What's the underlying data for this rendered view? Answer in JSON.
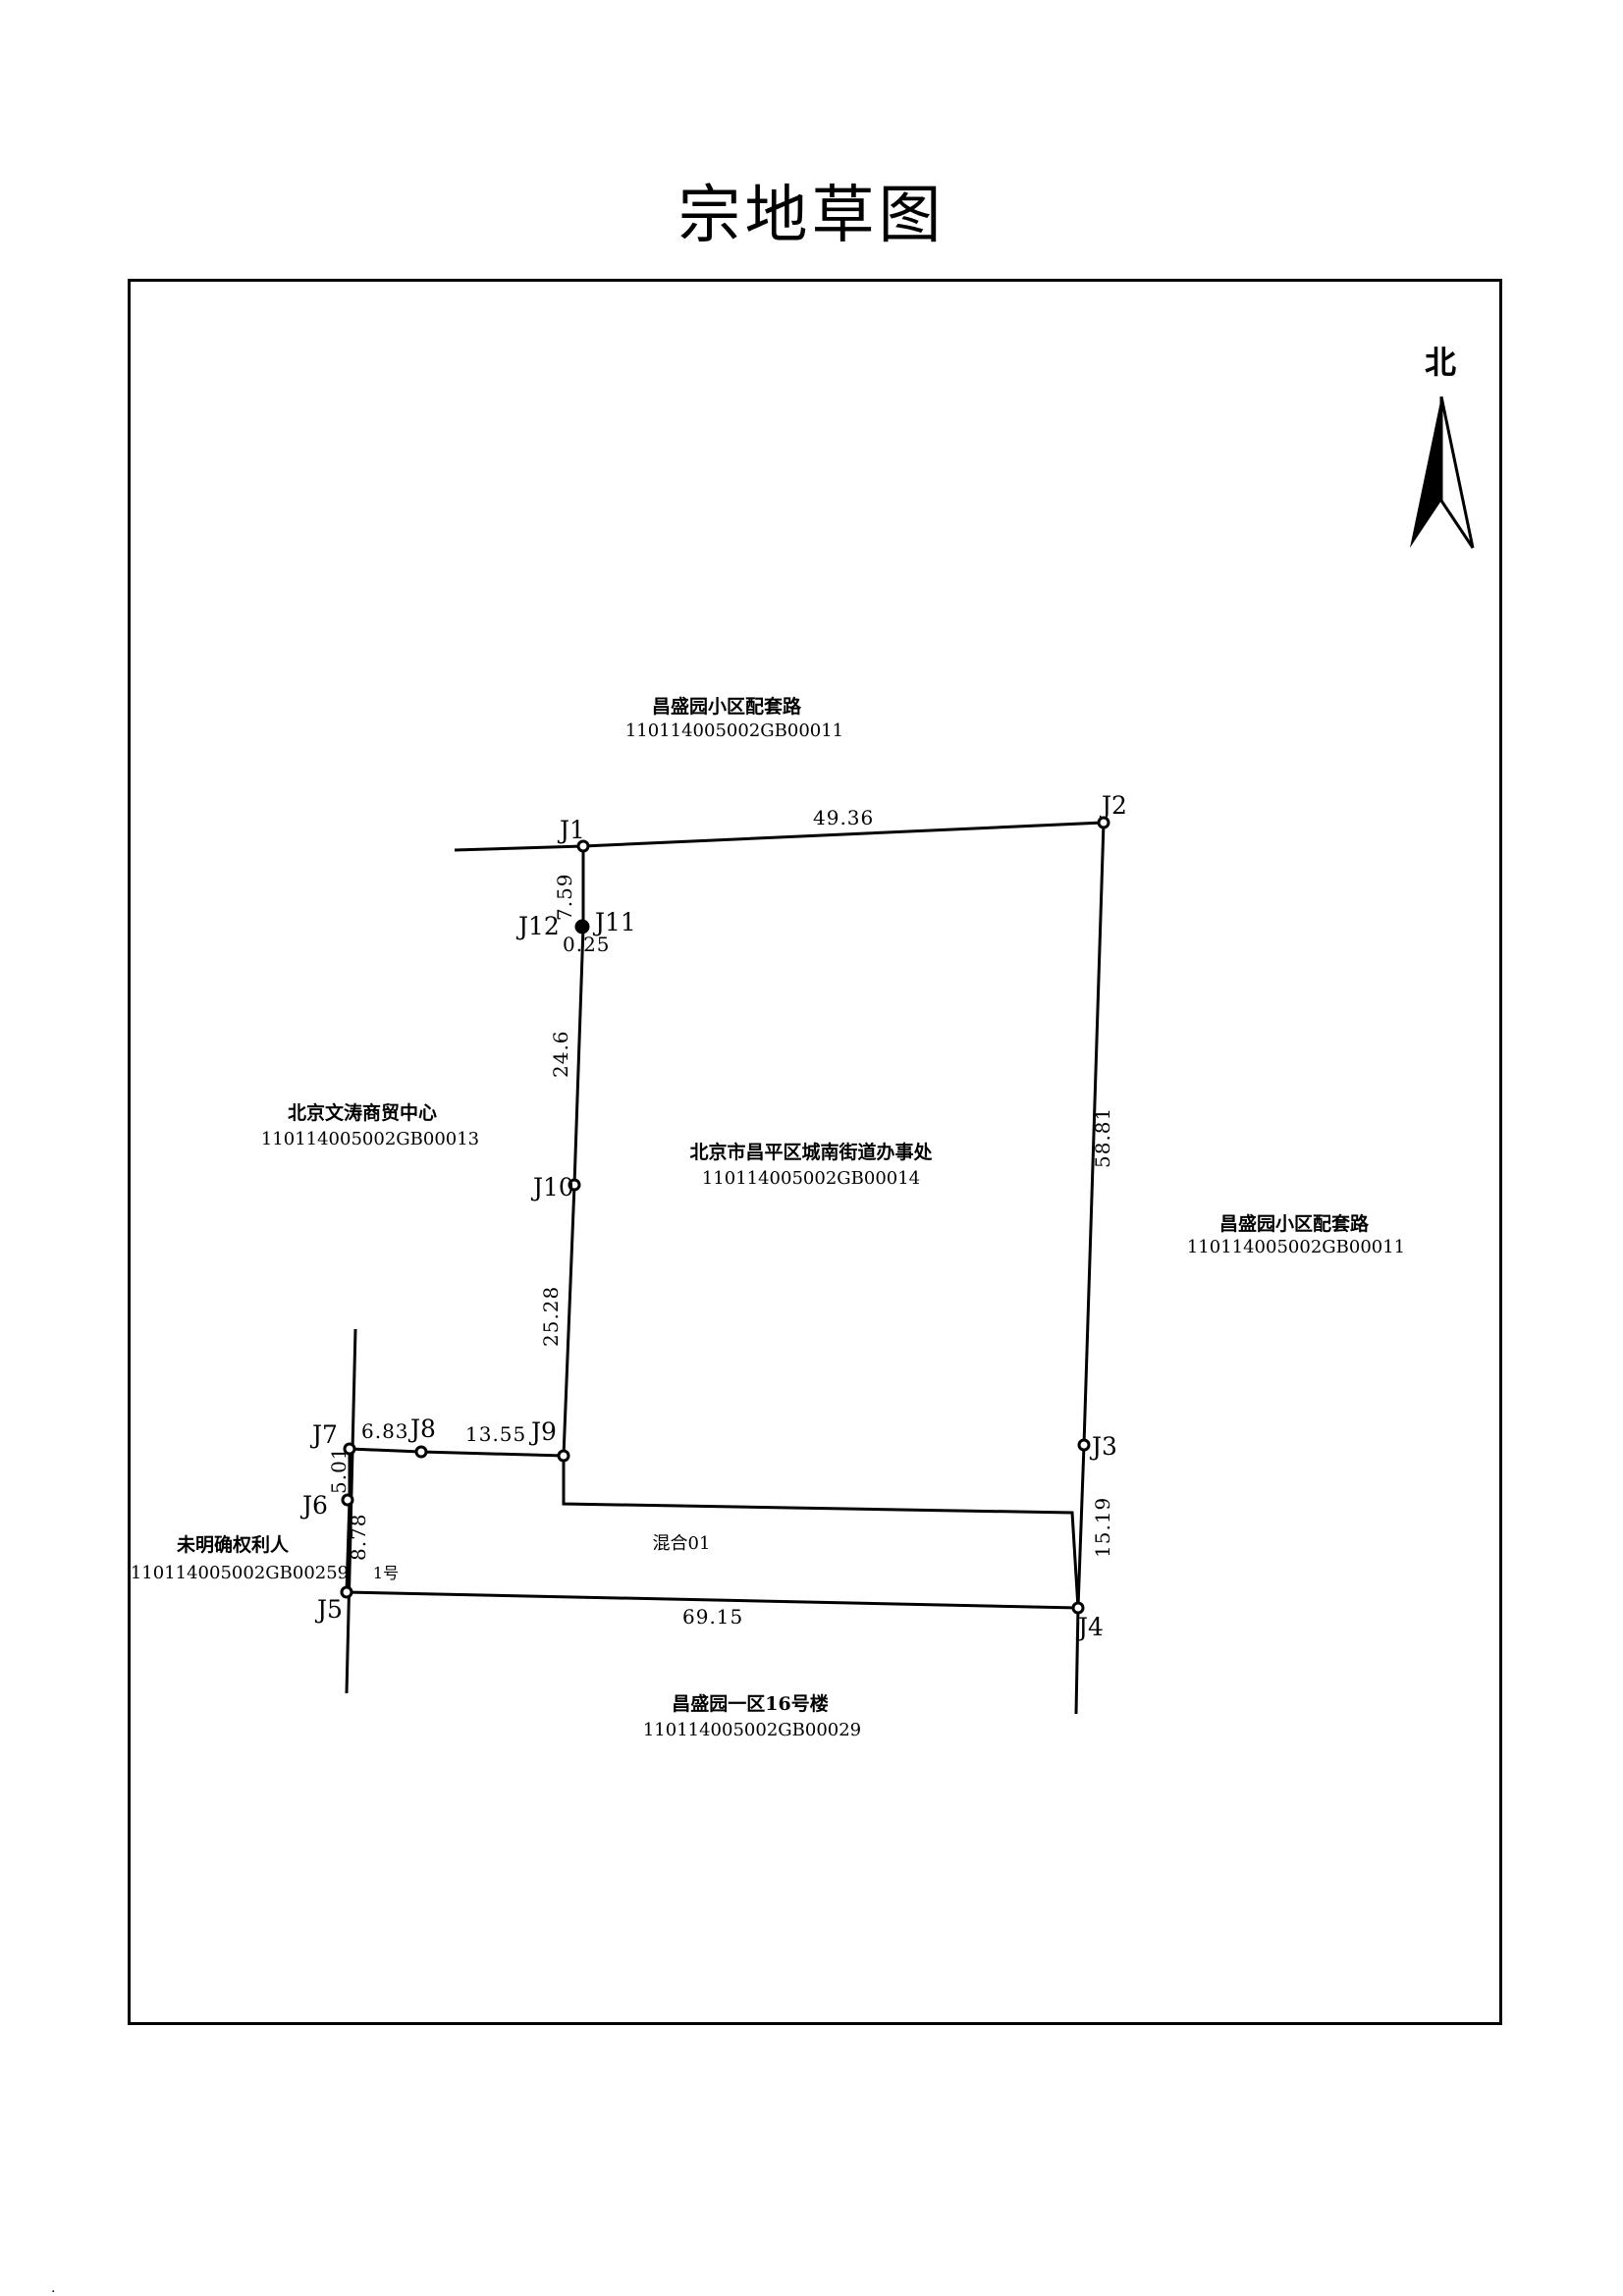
{
  "title": "宗地草图",
  "north": "北",
  "parcels": {
    "main": {
      "name": "北京市昌平区城南街道办事处",
      "code": "110114005002GB00014"
    },
    "north_road": {
      "name": "昌盛园小区配套路",
      "code": "110114005002GB00011"
    },
    "east_road": {
      "name": "昌盛园小区配套路",
      "code": "110114005002GB00011"
    },
    "west": {
      "name": "北京文涛商贸中心",
      "code": "110114005002GB00013"
    },
    "southwest": {
      "name": "未明确权利人",
      "code": "110114005002GB00259"
    },
    "south": {
      "name": "昌盛园一区16号楼",
      "code": "110114005002GB00029"
    }
  },
  "building_label": "混合01",
  "building_number": "1号",
  "points": [
    "J1",
    "J2",
    "J3",
    "J4",
    "J5",
    "J6",
    "J7",
    "J8",
    "J9",
    "J10",
    "J11",
    "J12"
  ],
  "edges": {
    "J1_J2": "49.36",
    "J2_J3": "58.81",
    "J3_J4": "15.19",
    "J4_J5": "69.15",
    "J5_J6": "8.78",
    "J6_J7": "5.01",
    "J7_J8": "6.83",
    "J8_J9": "13.55",
    "J9_J10": "25.28",
    "J10_J11": "24.6",
    "J11_J12": "0.25",
    "J12_J1": "7.59"
  },
  "footer_mark": "."
}
